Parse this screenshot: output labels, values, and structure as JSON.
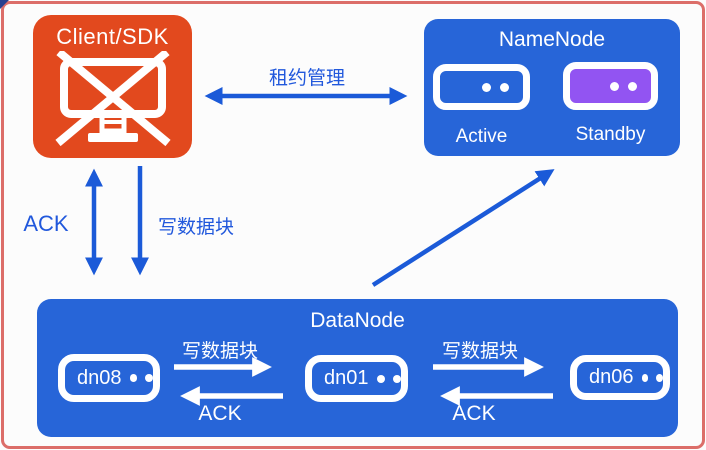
{
  "client": {
    "title": "Client/SDK"
  },
  "namenode": {
    "title": "NameNode",
    "active_label": "Active",
    "standby_label": "Standby"
  },
  "datanode": {
    "title": "DataNode",
    "nodes": [
      {
        "label": "dn08"
      },
      {
        "label": "dn01"
      },
      {
        "label": "dn06"
      }
    ]
  },
  "edges": {
    "lease_label": "租约管理",
    "client_ack_label": "ACK",
    "client_write_label": "写数据块",
    "pipeline1_write_label": "写数据块",
    "pipeline1_ack_label": "ACK",
    "pipeline2_write_label": "写数据块",
    "pipeline2_ack_label": "ACK"
  },
  "colors": {
    "client_box": "#E2491E",
    "node_box": "#2765D8",
    "standby_fill": "#9254F2",
    "arrow_blue": "#1B5AD8",
    "label_blue": "#2158DC",
    "frame_border": "#DC6E69",
    "background": "#FCFCFC"
  }
}
